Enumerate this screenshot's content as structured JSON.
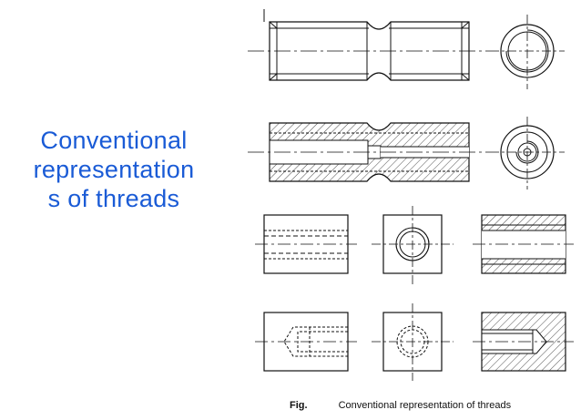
{
  "title_lines": [
    "Conventional",
    "representation",
    "s of threads"
  ],
  "caption": {
    "fig_label": "Fig.",
    "text": "Conventional representation of threads"
  },
  "colors": {
    "title": "#1a5bd6",
    "line": "#111111"
  }
}
